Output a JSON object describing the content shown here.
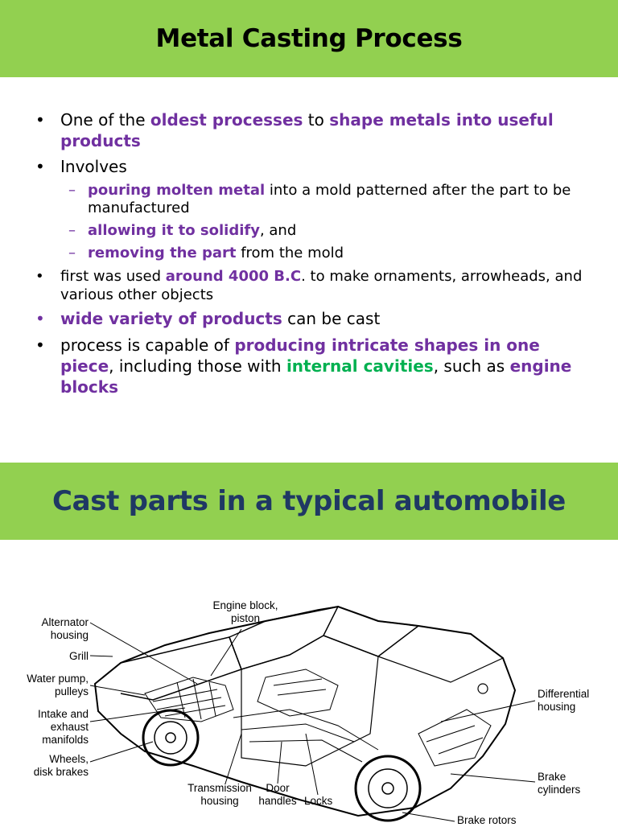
{
  "slide1": {
    "title": "Metal Casting Process",
    "bullets": [
      {
        "p1": "One of the ",
        "h1": "oldest processes",
        "p2": " to ",
        "h2": "shape metals into useful products"
      },
      {
        "text": "Involves"
      },
      {
        "text": "first was used ",
        "h": "around 4000 B.C",
        "p2": ". to make ornaments, arrowheads, and various other objects"
      },
      {
        "h": "wide variety of products",
        "p2": " can be cast"
      },
      {
        "p1": "process is capable of ",
        "h1": "producing intricate shapes in one piece",
        "p2": ", including those with ",
        "g": "internal cavities",
        "p3": ", such as ",
        "h2": "engine blocks"
      }
    ],
    "sub_bullets": [
      {
        "h": "pouring molten metal",
        "p": " into a mold patterned after the part to be manufactured"
      },
      {
        "h": "allowing it to solidify",
        "p": ", and"
      },
      {
        "h": "removing the part",
        "p": " from the mold"
      }
    ],
    "bullet_char": "•",
    "dash_char": "–"
  },
  "slide2": {
    "title": "Cast parts in a typical automobile",
    "labels": {
      "alternator": [
        "Alternator",
        "housing"
      ],
      "grill": "Grill",
      "water_pump": [
        "Water pump,",
        "pulleys"
      ],
      "intake": [
        "Intake and",
        "exhaust",
        "manifolds"
      ],
      "wheels": [
        "Wheels,",
        "disk brakes"
      ],
      "engine_block": [
        "Engine block,",
        "piston"
      ],
      "differential": [
        "Differential",
        "housing"
      ],
      "brake_cyl": [
        "Brake",
        "cylinders"
      ],
      "brake_rotors": "Brake rotors",
      "transmission": [
        "Transmission",
        "housing"
      ],
      "door": [
        "Door",
        "handles"
      ],
      "locks": "Locks"
    }
  },
  "colors": {
    "banner": "#92d050",
    "highlight_purple": "#7030a0",
    "highlight_green": "#00b050",
    "title2": "#1f3864"
  }
}
